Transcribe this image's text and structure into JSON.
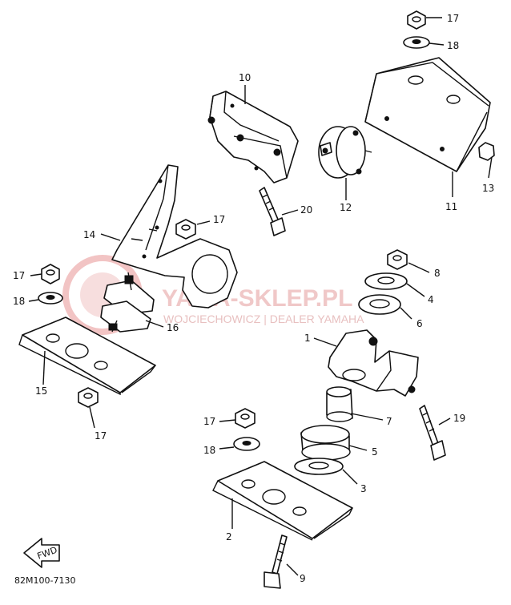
{
  "diagram": {
    "code": "82M100-7130",
    "fwd_label": "FWD",
    "watermark": {
      "brand": "YAMA-SKLEP.PL",
      "dealer": "WOJCIECHOWICZ | DEALER YAMAHA"
    },
    "callouts": {
      "c1": "1",
      "c2": "2",
      "c3": "3",
      "c4": "4",
      "c5": "5",
      "c6": "6",
      "c7": "7",
      "c8": "8",
      "c9": "9",
      "c10": "10",
      "c11": "11",
      "c12": "12",
      "c13": "13",
      "c14": "14",
      "c15": "15",
      "c16": "16",
      "c17a": "17",
      "c17b": "17",
      "c17c": "17",
      "c17d": "17",
      "c17e": "17",
      "c18a": "18",
      "c18b": "18",
      "c18c": "18",
      "c19": "19",
      "c20": "20"
    }
  }
}
